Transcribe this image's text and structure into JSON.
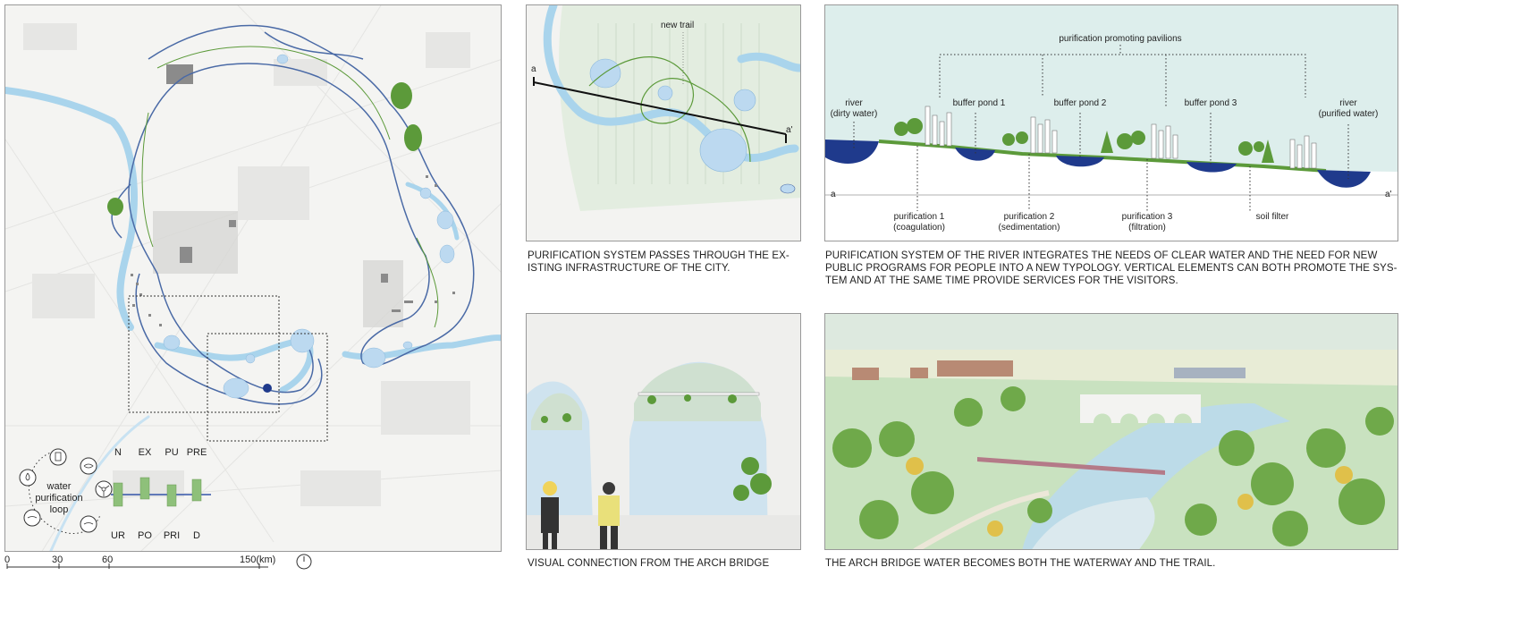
{
  "map": {
    "legend": {
      "loop_label_1": "water",
      "loop_label_2": "purification",
      "loop_label_3": "loop",
      "top_codes": [
        "N",
        "EX",
        "PU",
        "PRE"
      ],
      "bottom_codes": [
        "UR",
        "PO",
        "PRI",
        "D"
      ]
    },
    "scale": {
      "t0": "0",
      "t1": "30",
      "t2": "60",
      "t3": "150(km)"
    },
    "colors": {
      "river": "#a9d4ec",
      "pond": "#bcd9f0",
      "loop_line": "#4a6aa6",
      "green": "#5c9a3a",
      "dark_blue": "#1f3a8c"
    }
  },
  "plan": {
    "label_trail": "new trail",
    "label_a": "a",
    "label_a2": "a'",
    "caption": "PURIFICATION SYSTEM PASSES THROUGH THE EX-ISTING  INFRASTRUCTURE OF THE CITY."
  },
  "section": {
    "title": "purification promoting pavilions",
    "river_left_1": "river",
    "river_left_2": "(dirty water)",
    "buffer_pond_1": "buffer pond 1",
    "buffer_pond_2": "buffer pond 2",
    "buffer_pond_3": "buffer pond 3",
    "river_right_1": "river",
    "river_right_2": "(purified water)",
    "p1_1": "purification 1",
    "p1_2": "(coagulation)",
    "p2_1": "purification 2",
    "p2_2": "(sedimentation)",
    "p3_1": "purification 3",
    "p3_2": "(filtration)",
    "soil": "soil filter",
    "label_a": "a",
    "label_a2": "a'",
    "caption": "PURIFICATION SYSTEM OF THE RIVER INTEGRATES THE NEEDS OF CLEAR WATER AND THE NEED FOR NEW PUBLIC PROGRAMS FOR PEOPLE INTO A NEW TYPOLOGY. VERTICAL ELEMENTS CAN BOTH PROMOTE THE SYS-TEM AND AT THE SAME TIME PROVIDE SERVICES FOR THE VISITORS."
  },
  "bridge_view": {
    "caption": "VISUAL CONNECTION FROM THE ARCH BRIDGE"
  },
  "aerial": {
    "caption": "THE ARCH BRIDGE  WATER BECOMES BOTH THE WATERWAY AND THE TRAIL."
  }
}
